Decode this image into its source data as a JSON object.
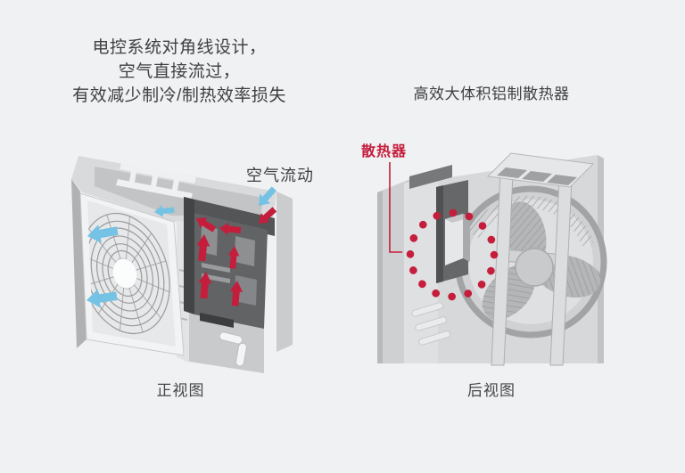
{
  "colors": {
    "background": "#f0f1f3",
    "text_dark": "#3f4043",
    "accent_red": "#c51d3c",
    "arrow_blue": "#74c2e4"
  },
  "annotations": {
    "left_note_lines": [
      "电控系统对角线设计，",
      "空气直接流过，",
      "有效减少制冷/制热效率损失"
    ],
    "right_note": "高效大体积铝制散热器",
    "airflow_label": "空气流动",
    "radiator_label": "散热器"
  },
  "captions": {
    "front_view": "正视图",
    "rear_view": "后视图"
  },
  "icons": {
    "airflow_arrows": "blue-arrow",
    "heat_flow_arrows": "red-arrow",
    "radiator_highlight": "red-dotted-circle",
    "radiator_leader": "red-elbow-line"
  }
}
